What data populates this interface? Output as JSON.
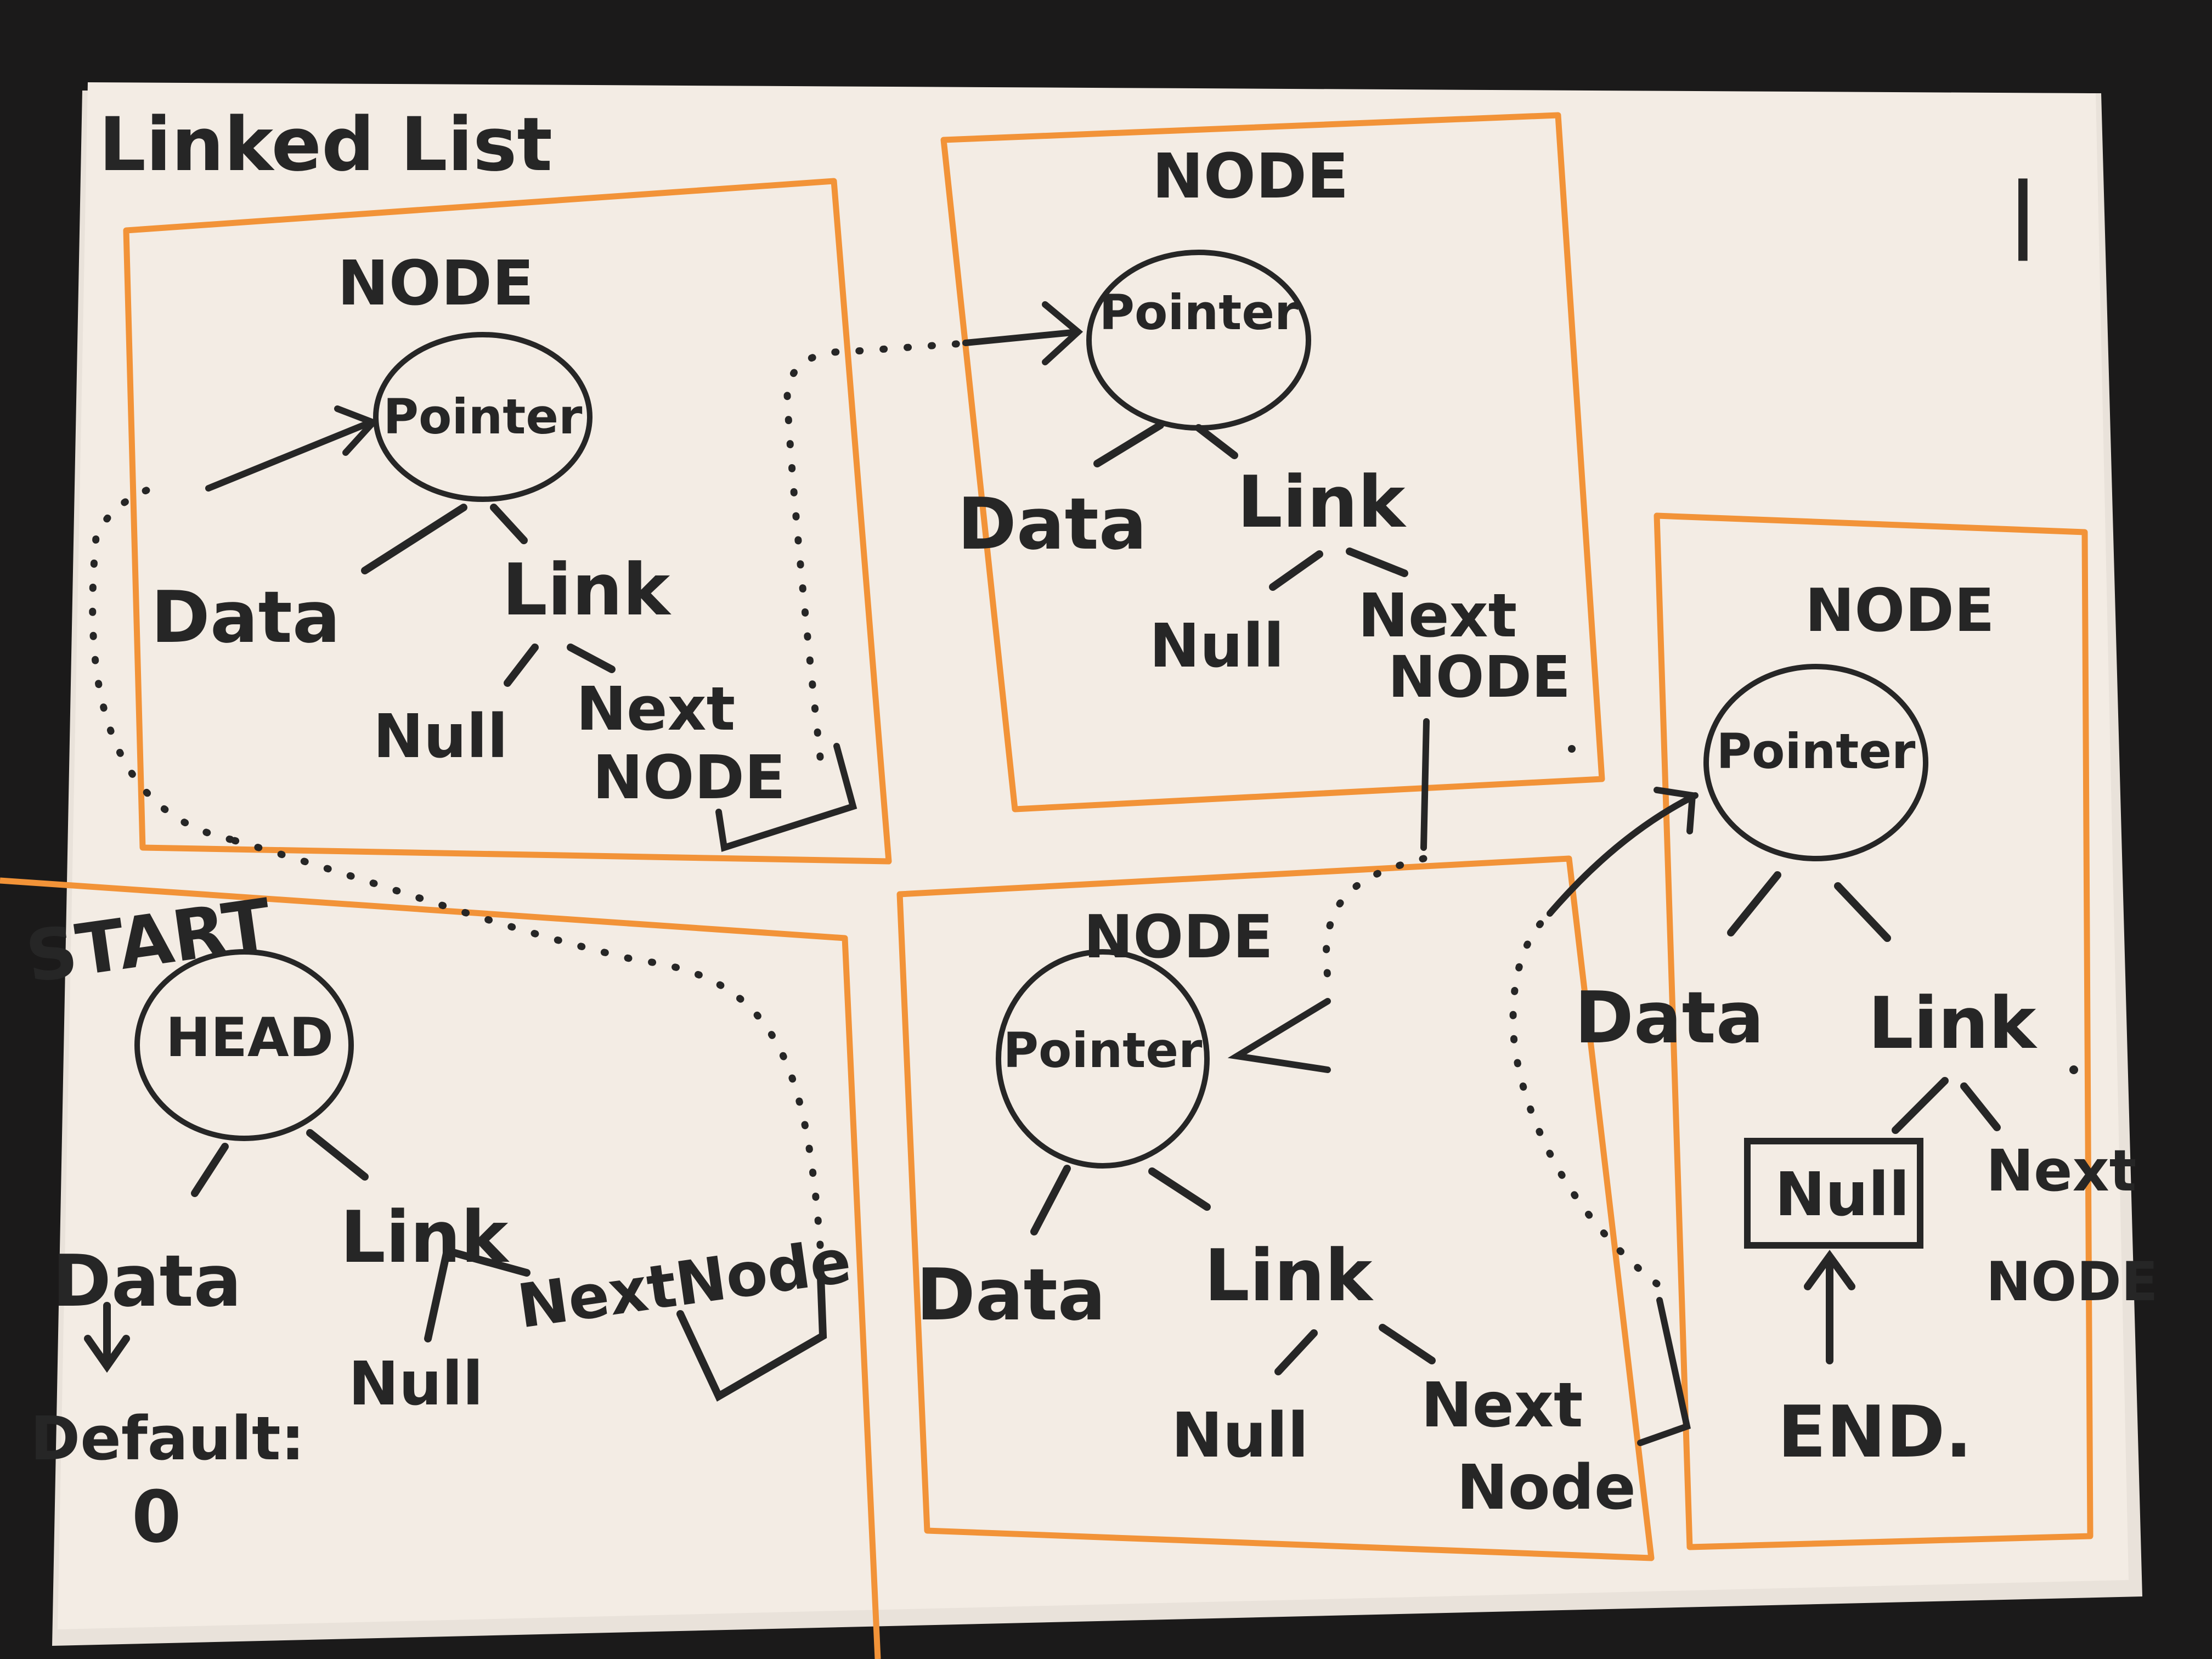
{
  "title": "Linked List",
  "colors": {
    "paper": "#f3ece4",
    "ink": "#262626",
    "box": "#f29338",
    "background": "#1b1a1a"
  },
  "start_label": "START",
  "head": {
    "circle": "HEAD",
    "data": "Data",
    "link": "Link",
    "default_label": "Default:",
    "default_value": "0",
    "null": "Null",
    "next": "NextNode"
  },
  "node1": {
    "title": "NODE",
    "circle": "Pointer",
    "data": "Data",
    "link": "Link",
    "null": "Null",
    "next_line1": "Next",
    "next_line2": "NODE"
  },
  "node2": {
    "title": "NODE",
    "circle": "Pointer",
    "data": "Data",
    "link": "Link",
    "null": "Null",
    "next_line1": "Next",
    "next_line2": "NODE"
  },
  "node3": {
    "title": "NODE",
    "circle": "Pointer",
    "data": "Data",
    "link": "Link",
    "null": "Null",
    "next_line1": "Next",
    "next_line2": "Node"
  },
  "node4": {
    "title": "NODE",
    "circle": "Pointer",
    "data": "Data",
    "link": "Link",
    "null": "Null",
    "next_line1": "Next",
    "next_line2": "NODE",
    "end": "END."
  },
  "page_mark": "|"
}
